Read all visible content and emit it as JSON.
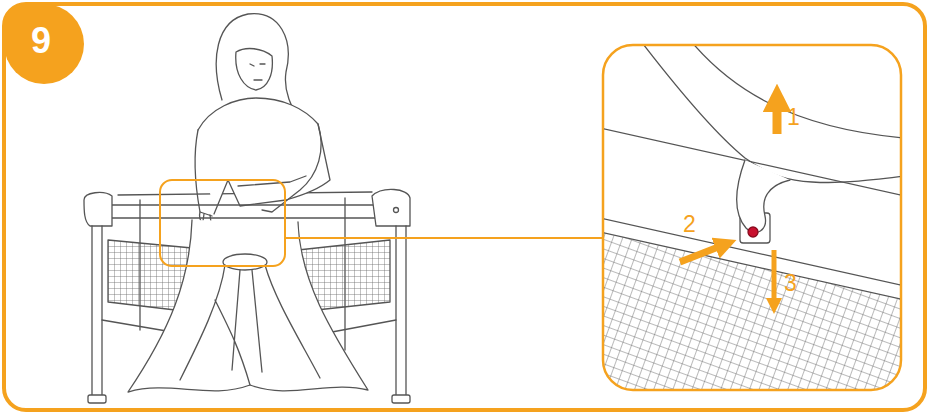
{
  "diagram": {
    "nodes": [
      {
        "text": [
          "9"
        ]
      }
    ],
    "labels": [
      "1",
      "2",
      "3"
    ]
  }
}
